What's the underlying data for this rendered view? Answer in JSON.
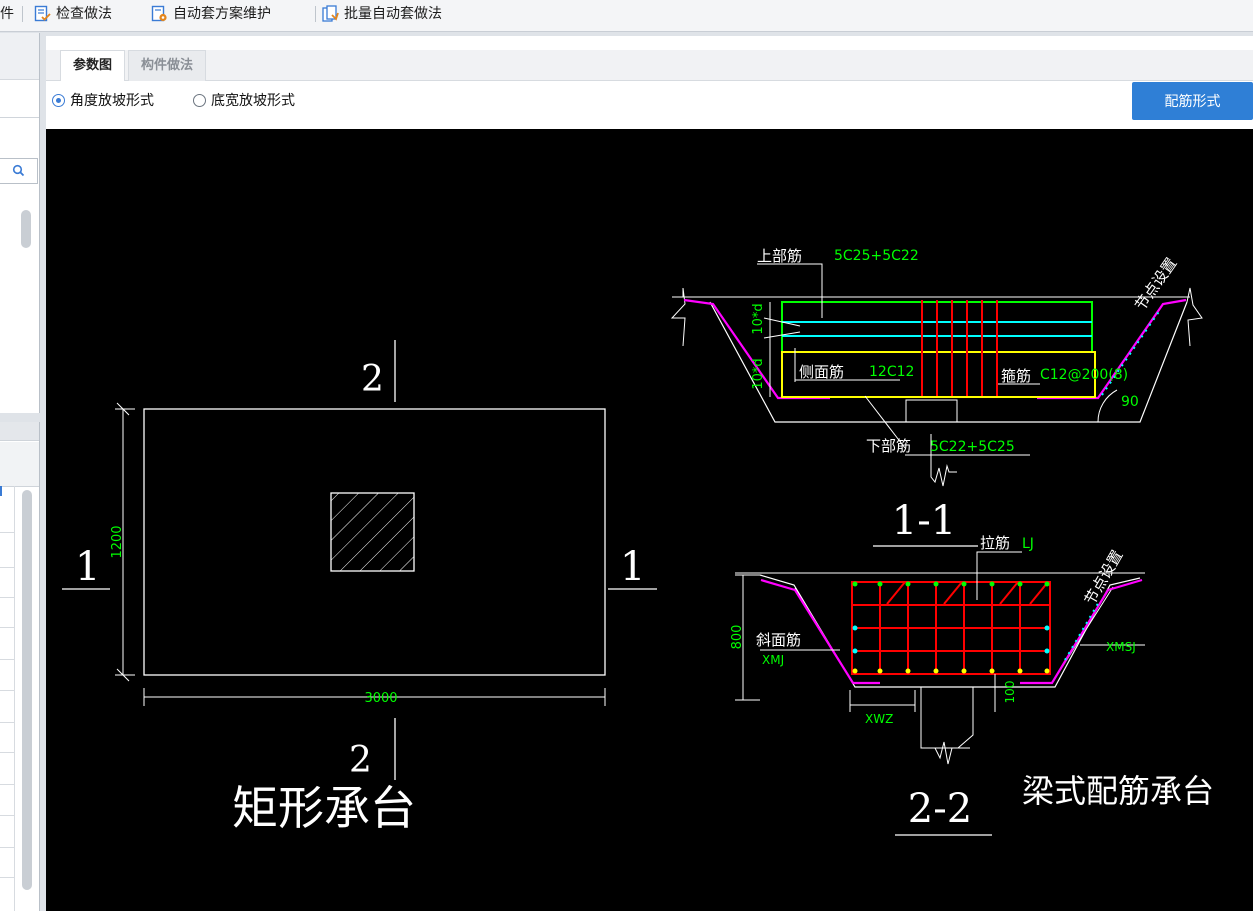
{
  "toolbar": {
    "partial_char": "件",
    "check_method": "检查做法",
    "auto_scheme_maintain": "自动套方案维护",
    "batch_auto_method": "批量自动套做法"
  },
  "tabs": {
    "params": "参数图",
    "component_method": "构件做法"
  },
  "options": {
    "angle_slope": "角度放坡形式",
    "bottom_width_slope": "底宽放坡形式",
    "selected": "angle_slope"
  },
  "buttons": {
    "rebar_form": "配筋形式"
  },
  "drawing": {
    "plan": {
      "title": "矩形承台",
      "section_mark_top": "2",
      "section_mark_bottom": "2",
      "section_mark_left": "1",
      "section_mark_right": "1",
      "dim_height": "1200",
      "dim_width": "3000"
    },
    "section11": {
      "title": "1-1",
      "top_rebar_label": "上部筋",
      "top_rebar_value": "5C25+5C22",
      "side_rebar_label": "侧面筋",
      "side_rebar_value": "12C12",
      "stirrup_label": "箍筋",
      "stirrup_value": "C12@200(8)",
      "bottom_rebar_label": "下部筋",
      "bottom_rebar_value": "5C22+5C25",
      "dim_10d_top": "10*d",
      "dim_10d_bottom": "10*d",
      "angle": "90",
      "node_setting": "节点设置"
    },
    "section22": {
      "title": "2-2",
      "tie_label": "拉筋",
      "tie_value": "LJ",
      "slope_rebar_label": "斜面筋",
      "slope_rebar_value": "XMJ",
      "slope_tie_value": "XMSJ",
      "bottom_ext_value": "XWZ",
      "dim_height": "800",
      "dim_100": "100",
      "node_setting": "节点设置"
    },
    "caption": "梁式配筋承台"
  },
  "colors": {
    "green": "#00ff00",
    "cyan": "#00ffff",
    "yellow": "#ffff00",
    "red": "#ff0000",
    "magenta": "#ff00ff",
    "white": "#ffffff",
    "button_blue": "#2f7fd6"
  }
}
